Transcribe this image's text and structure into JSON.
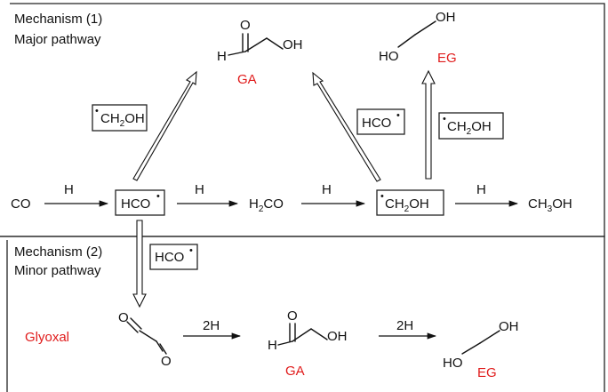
{
  "mechanism1": {
    "title": "Mechanism (1)",
    "subtitle": "Major pathway"
  },
  "mechanism2": {
    "title": "Mechanism (2)",
    "subtitle": "Minor pathway"
  },
  "labels": {
    "ga": "GA",
    "eg": "EG",
    "glyoxal": "Glyoxal",
    "h": "H",
    "two_h": "2H",
    "o": "O",
    "oh": "OH",
    "ho": "HO",
    "co": "CO",
    "hco": "HCO",
    "ch2oh_c": "CH",
    "ch2oh_sub": "2",
    "ch2oh_end": "OH",
    "h2co_h": "H",
    "h2co_sub": "2",
    "h2co_end": "CO",
    "ch3oh_c": "CH",
    "ch3oh_sub": "3",
    "ch3oh_end": "OH",
    "radical_dot": "•"
  },
  "colors": {
    "accent_red": "#e01b1b",
    "line": "#111111"
  }
}
